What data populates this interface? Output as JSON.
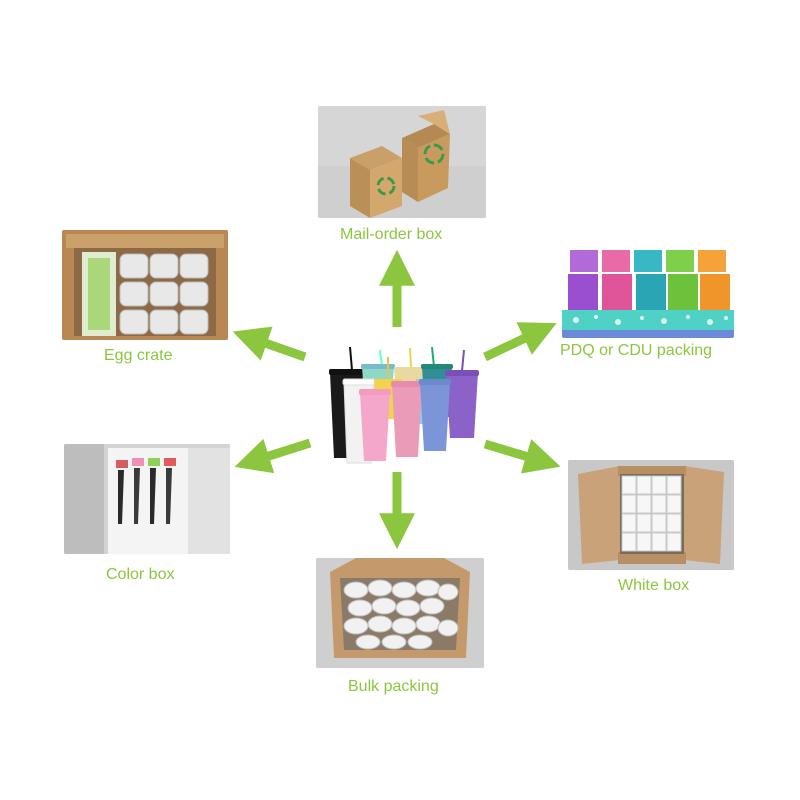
{
  "hub": {
    "icon": "tumbler-cups-icon"
  },
  "nodes": {
    "mail_order": {
      "label": "Mail-order box",
      "icon": "recycle-icon"
    },
    "egg_crate": {
      "label": "Egg crate"
    },
    "pdq": {
      "label": "PDQ or CDU packing"
    },
    "color_box": {
      "label": "Color box"
    },
    "white_box": {
      "label": "White box"
    },
    "bulk": {
      "label": "Bulk packing"
    }
  },
  "colors": {
    "accent": "#8cc63f"
  }
}
